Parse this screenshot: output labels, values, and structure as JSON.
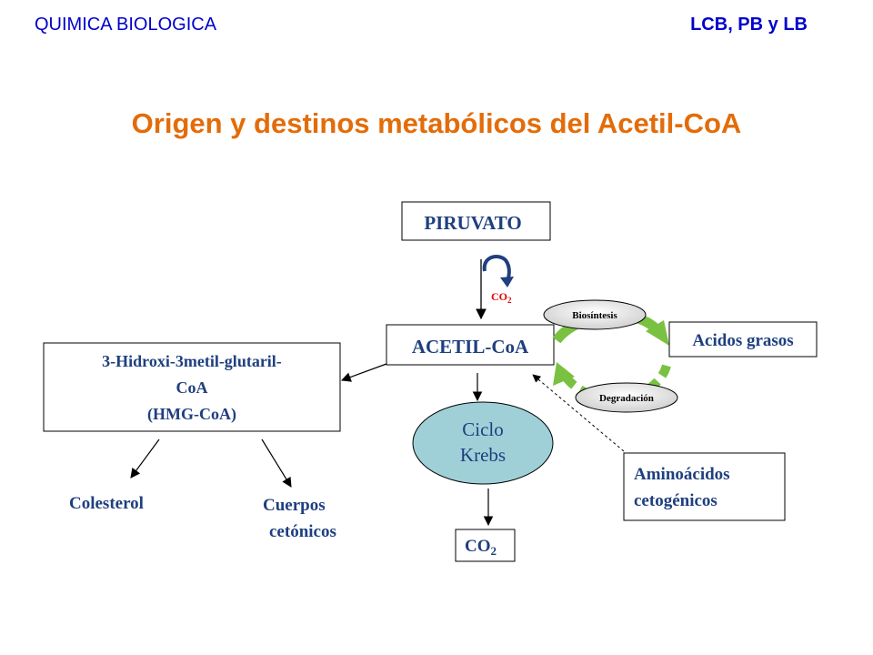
{
  "header": {
    "left": "QUIMICA BIOLOGICA",
    "right": "LCB, PB y LB"
  },
  "title": "Origen y destinos metabólicos del Acetil-CoA",
  "nodes": {
    "piruvato": "PIRUVATO",
    "acetil_coa": "ACETIL-CoA",
    "hmg_coa": {
      "line1": "3-Hidroxi-3metil-glutaril-",
      "line2": "CoA",
      "line3": "(HMG-CoA)"
    },
    "ciclo_krebs": {
      "line1": "Ciclo",
      "line2": "Krebs"
    },
    "co2_box": {
      "main": "CO",
      "sub": "2"
    },
    "acidos_grasos": "Acidos grasos",
    "aminoacidos": {
      "line1": "Aminoácidos",
      "line2": "cetogénicos"
    },
    "colesterol": "Colesterol",
    "cuerpos": {
      "line1": "Cuerpos",
      "line2": "cetónicos"
    }
  },
  "labels": {
    "co2_release": {
      "main": "CO",
      "sub": "2"
    },
    "biosintesis": "Biosíntesis",
    "degradacion": "Degradación"
  },
  "colors": {
    "header": "#0000cc",
    "title": "#e36c09",
    "text_blue": "#1f3f7f",
    "green_arrow": "#7ac142",
    "co2_red": "#e60000",
    "krebs_fill": "#9fd0d8"
  }
}
